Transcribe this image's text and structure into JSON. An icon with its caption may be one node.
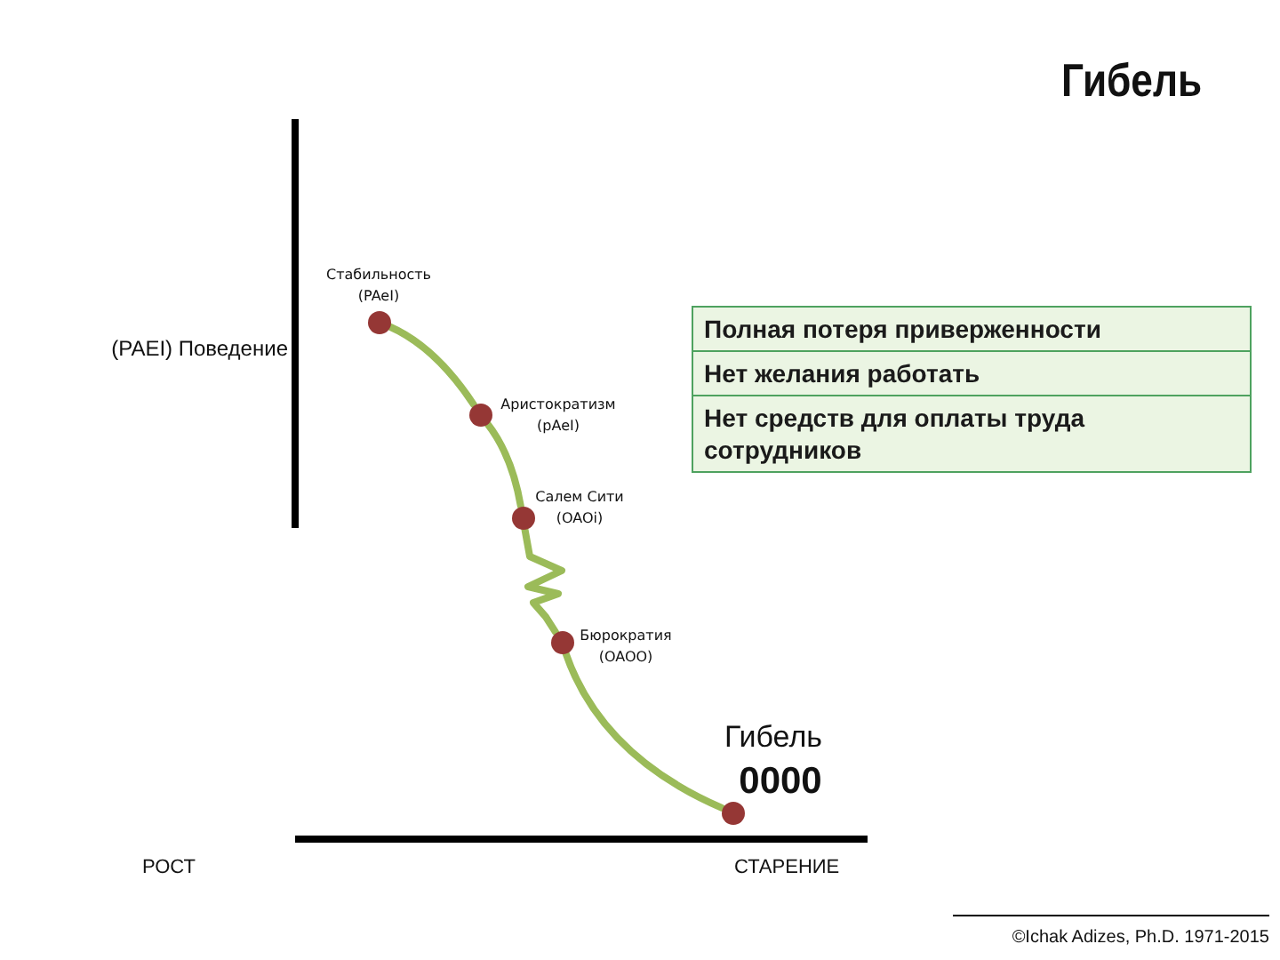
{
  "diagram": {
    "title": "Гибель",
    "nodes": [
      {
        "text": [],
        "shape": "circle",
        "beside": [
          "Стабильность (PAeI)"
        ]
      },
      {
        "text": [],
        "shape": "circle",
        "beside": [
          "Аристократизм (pAeI)"
        ]
      },
      {
        "text": [],
        "shape": "circle",
        "beside": [
          "Салем Сити (OAOi)"
        ]
      },
      {
        "text": [],
        "shape": "circle",
        "beside": [
          "Бюрократия (OAOO)"
        ]
      },
      {
        "text": [],
        "shape": "circle",
        "beside": [
          "Гибель",
          "0000"
        ]
      },
      {
        "text": [
          "Полная потеря приверженности"
        ]
      },
      {
        "text": [
          "Нет желания работать"
        ]
      },
      {
        "text": [
          "Нет средств для оплаты труда сотрудников"
        ]
      }
    ],
    "edges": [
      {
        "from": 0,
        "to": 1,
        "arrow": "none"
      },
      {
        "from": 1,
        "to": 2,
        "arrow": "none"
      },
      {
        "from": 2,
        "to": 3,
        "arrow": "none"
      },
      {
        "from": 3,
        "to": 4,
        "arrow": "none"
      }
    ],
    "labels": [
      "(PAEI) Поведение",
      "РОСТ",
      "СТАРЕНИЕ",
      "©Ichak Adizes, Ph.D. 1971-2015"
    ]
  }
}
